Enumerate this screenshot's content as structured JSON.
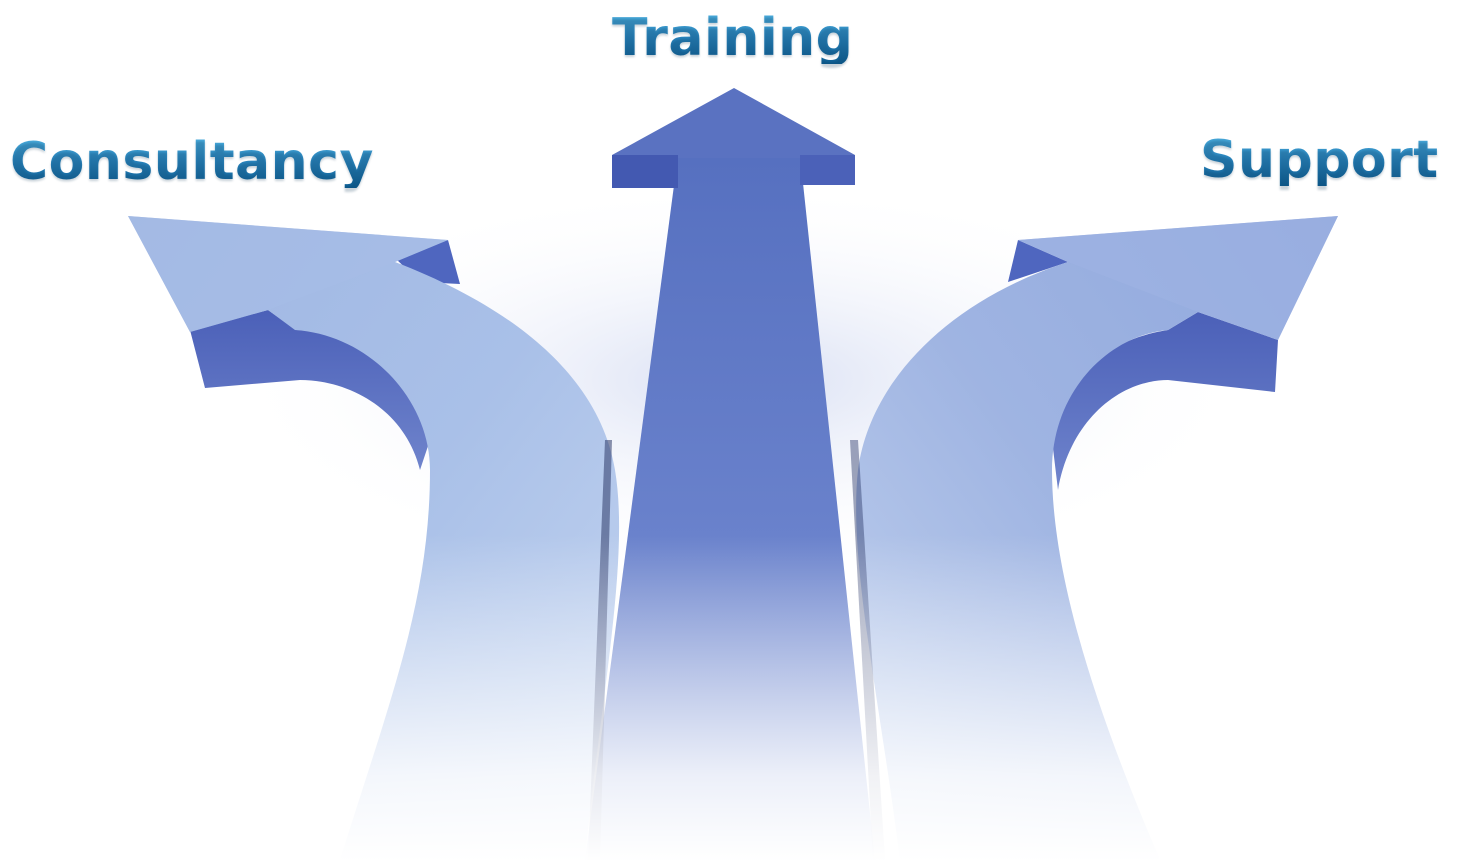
{
  "labels": {
    "left": "Consultancy",
    "center": "Training",
    "right": "Support"
  },
  "colors": {
    "label_text": "#2a86bf",
    "arrow_center_top": "#5a75c2",
    "arrow_center_bottom": "#6f86cf",
    "arrow_side_top": "#93aedf",
    "arrow_side_bottom": "#b7c9ea",
    "arrow_side_edge": "#4f66bf",
    "background": "#ffffff"
  },
  "icons": {
    "left": "curved-arrow-left-icon",
    "center": "straight-arrow-up-icon",
    "right": "curved-arrow-right-icon"
  }
}
